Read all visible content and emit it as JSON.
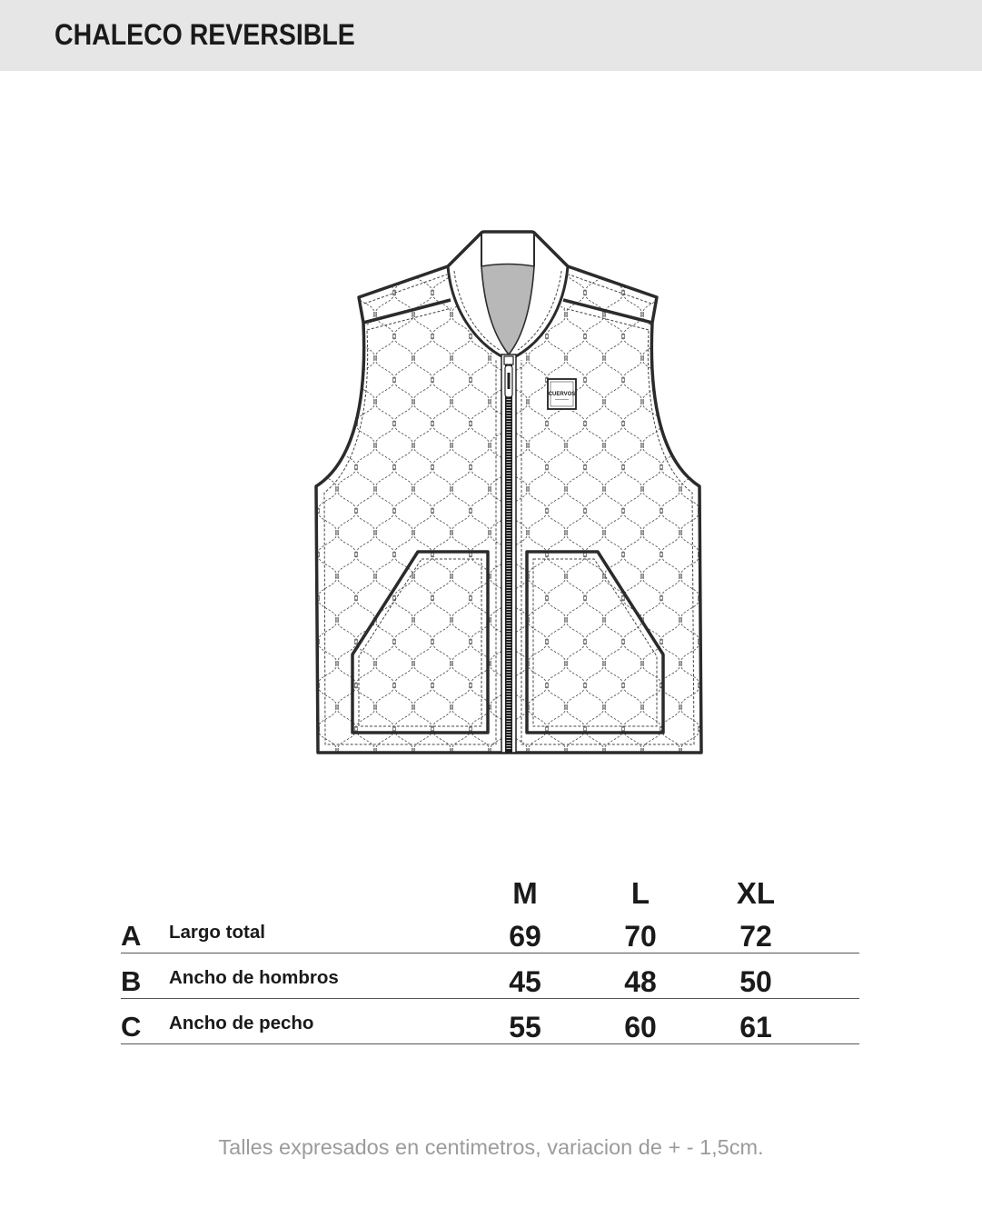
{
  "header": {
    "title": "CHALECO REVERSIBLE"
  },
  "product_illustration": {
    "patch_text": "CUERVOS"
  },
  "size_table": {
    "sizes": [
      "M",
      "L",
      "XL"
    ],
    "rows": [
      {
        "letter": "A",
        "label": "Largo total",
        "values": [
          "69",
          "70",
          "72"
        ]
      },
      {
        "letter": "B",
        "label": "Ancho de hombros",
        "values": [
          "45",
          "48",
          "50"
        ]
      },
      {
        "letter": "C",
        "label": "Ancho de pecho",
        "values": [
          "55",
          "60",
          "61"
        ]
      }
    ]
  },
  "footer": {
    "note": "Talles expresados en centimetros, variacion de + - 1,5cm."
  },
  "colors": {
    "header_background": "#e6e6e6",
    "text": "#1a1a1a",
    "note": "#9b9b9b",
    "collar_lining": "#b8b8b8"
  }
}
